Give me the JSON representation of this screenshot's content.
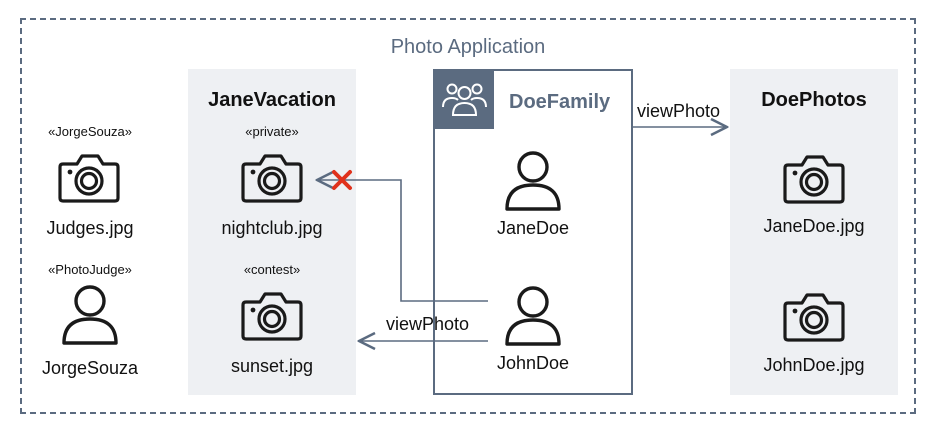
{
  "diagram": {
    "title": "Photo Application",
    "left_items": [
      {
        "stereotype": "«JorgeSouza»",
        "label": "Judges.jpg",
        "icon": "camera-icon"
      },
      {
        "stereotype": "«PhotoJudge»",
        "label": "JorgeSouza",
        "icon": "user-icon"
      }
    ],
    "jane_vacation": {
      "title": "JaneVacation",
      "items": [
        {
          "stereotype": "«private»",
          "label": "nightclub.jpg",
          "icon": "camera-icon"
        },
        {
          "stereotype": "«contest»",
          "label": "sunset.jpg",
          "icon": "camera-icon"
        }
      ]
    },
    "doe_family": {
      "title": "DoeFamily",
      "icon": "group-icon",
      "members": [
        {
          "label": "JaneDoe",
          "icon": "user-icon"
        },
        {
          "label": "JohnDoe",
          "icon": "user-icon"
        }
      ]
    },
    "doe_photos": {
      "title": "DoePhotos",
      "items": [
        {
          "label": "JaneDoe.jpg",
          "icon": "camera-icon"
        },
        {
          "label": "JohnDoe.jpg",
          "icon": "camera-icon"
        }
      ]
    },
    "edges": [
      {
        "from": "DoeFamily",
        "to": "DoePhotos",
        "label": "viewPhoto",
        "denied": false
      },
      {
        "from": "JohnDoe",
        "to": "sunset.jpg",
        "label": "viewPhoto",
        "denied": false
      },
      {
        "from": "JohnDoe",
        "to": "nightclub.jpg",
        "label": "",
        "denied": true
      }
    ],
    "colors": {
      "frame": "#5b6b80",
      "panel": "#eef0f3",
      "arrow": "#5b6b80",
      "deny": "#e0311b"
    }
  }
}
